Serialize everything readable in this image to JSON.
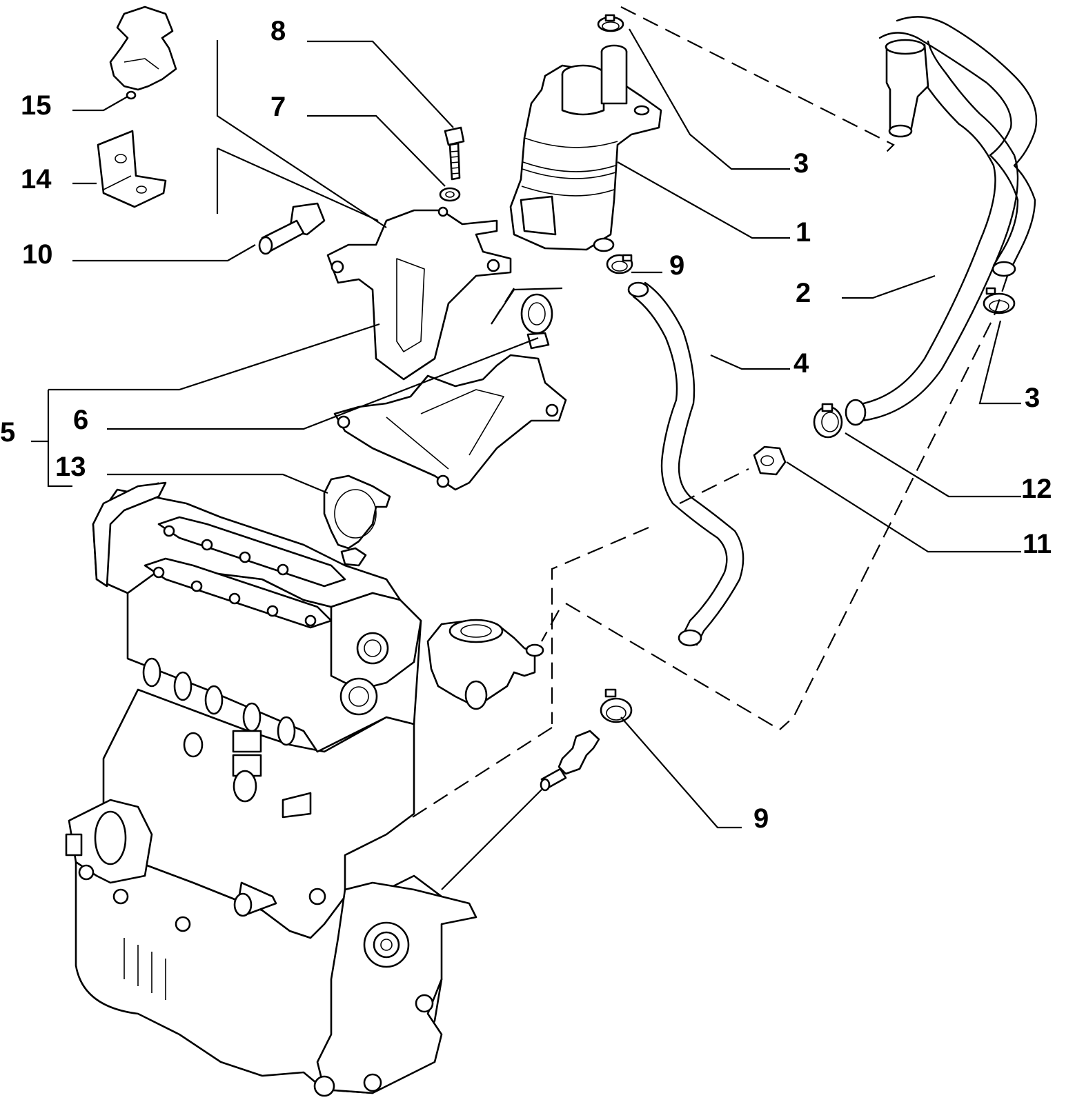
{
  "diagram": {
    "callouts": {
      "c1": "1",
      "c2": "2",
      "c3a": "3",
      "c3b": "3",
      "c4": "4",
      "c5": "5",
      "c6": "6",
      "c7": "7",
      "c8": "8",
      "c9a": "9",
      "c9b": "9",
      "c10": "10",
      "c11": "11",
      "c12": "12",
      "c13": "13",
      "c14": "14",
      "c15": "15"
    }
  }
}
